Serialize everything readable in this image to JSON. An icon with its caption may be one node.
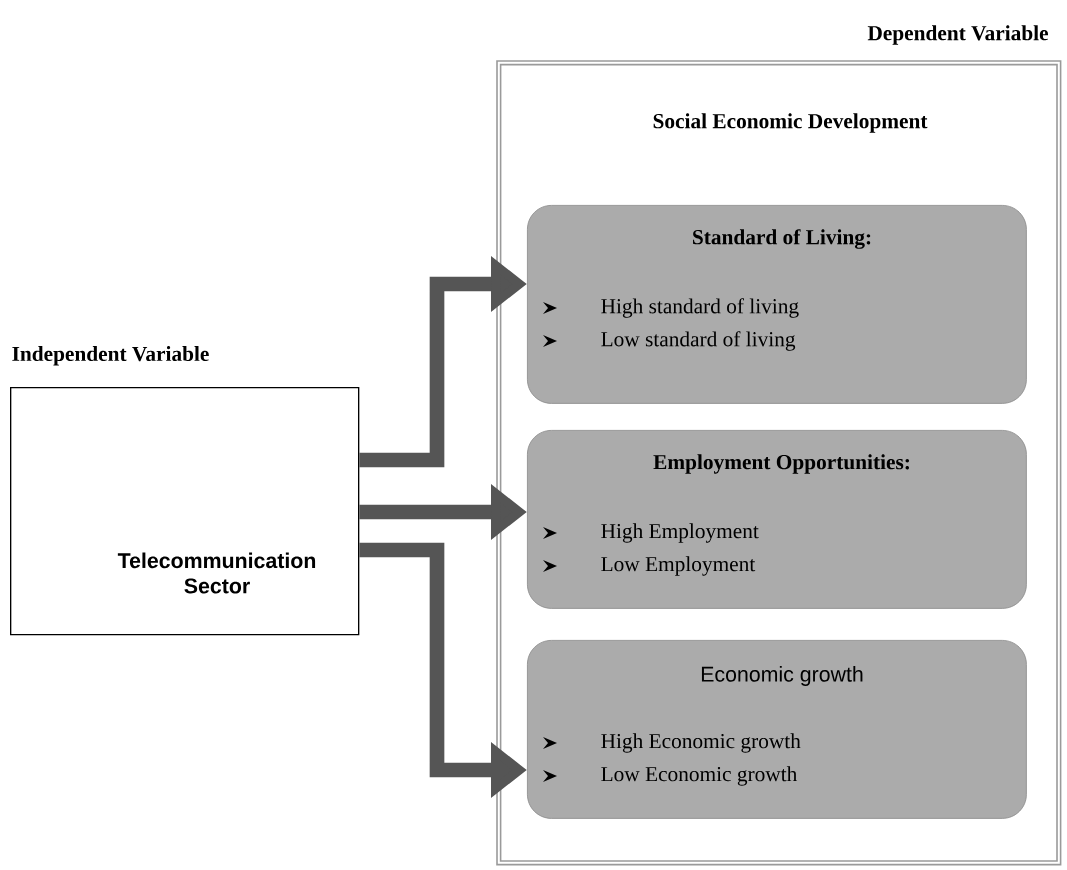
{
  "diagram": {
    "nodes": [
      {
        "text": [
          "Independent Variable",
          "Telecommunication Sector"
        ]
      },
      {
        "text": [
          "Dependent Variable",
          "Social Economic Development"
        ]
      },
      {
        "text": [
          "Standard of  Living:",
          "High standard of living",
          "Low standard of living"
        ],
        "in": 1
      },
      {
        "text": [
          "Employment Opportunities:",
          "High Employment",
          "Low Employment"
        ],
        "in": 1
      },
      {
        "text": [
          "Economic growth",
          "High Economic growth",
          "Low Economic growth"
        ],
        "in": 1
      }
    ],
    "edges": [
      {
        "from": 0,
        "to": 2,
        "arrow": "to"
      },
      {
        "from": 0,
        "to": 3,
        "arrow": "to"
      },
      {
        "from": 0,
        "to": 4,
        "arrow": "to"
      }
    ]
  }
}
